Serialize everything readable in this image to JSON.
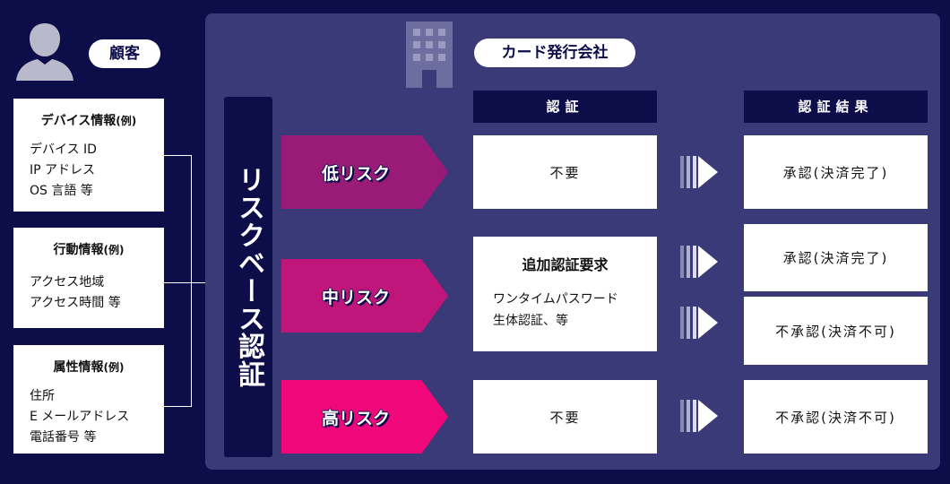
{
  "customer": {
    "label": "顧客",
    "icon": "person-icon"
  },
  "info_cards": [
    {
      "title": "デバイス情報",
      "suffix": "(例)",
      "lines": [
        "デバイス ID",
        "IP アドレス",
        "OS 言語 等"
      ]
    },
    {
      "title": "行動情報",
      "suffix": "(例)",
      "lines": [
        "アクセス地域",
        "アクセス時間 等"
      ]
    },
    {
      "title": "属性情報",
      "suffix": "(例)",
      "lines": [
        "住所",
        "E メールアドレス",
        "電話番号 等"
      ]
    }
  ],
  "company": {
    "label": "カード発行会社",
    "icon": "building-icon"
  },
  "rba_label": "リスクベース認証",
  "headers": {
    "auth": "認証",
    "result": "認証結果"
  },
  "risks": [
    {
      "label": "低リスク",
      "color": "#9a1a78"
    },
    {
      "label": "中リスク",
      "color": "#c0157a"
    },
    {
      "label": "高リスク",
      "color": "#f0087a"
    }
  ],
  "auth": {
    "low": "不要",
    "mid": {
      "title": "追加認証要求",
      "lines": [
        "ワンタイムパスワード",
        "生体認証、等"
      ]
    },
    "high": "不要"
  },
  "results": {
    "low": "承認(決済完了)",
    "mid_ok": "承認(決済完了)",
    "mid_ng": "不承認(決済不可)",
    "high": "不承認(決済不可)"
  },
  "colors": {
    "background": "#0d0d4a",
    "panel": "#3b3a78"
  }
}
